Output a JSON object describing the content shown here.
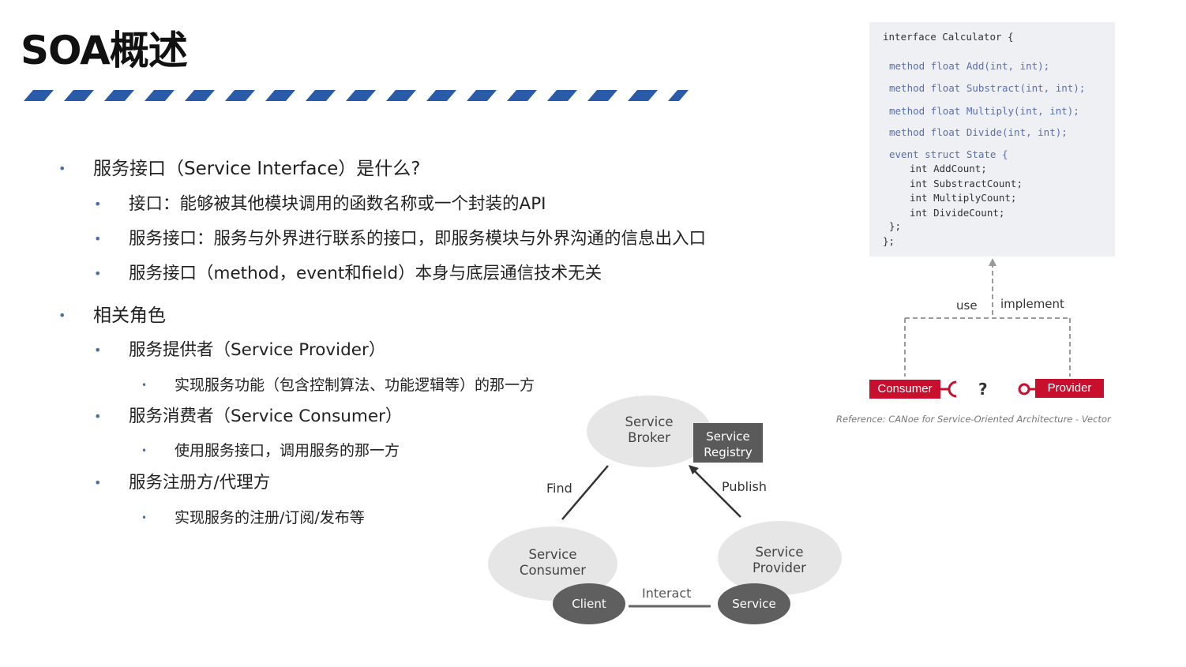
{
  "title": "SOA概述",
  "bullets": {
    "b1": "服务接口（Service Interface）是什么?",
    "b1_1": "接口：能够被其他模块调用的函数名称或一个封装的API",
    "b1_2": "服务接口：服务与外界进行联系的接口，即服务模块与外界沟通的信息出入口",
    "b1_3": "服务接口（method，event和field）本身与底层通信技术无关",
    "b2": "相关角色",
    "b2_1": "服务提供者（Service Provider）",
    "b2_1_1": "实现服务功能（包含控制算法、功能逻辑等）的那一方",
    "b2_2": "服务消费者（Service Consumer）",
    "b2_2_1": "使用服务接口，调用服务的那一方",
    "b2_3": "服务注册方/代理方",
    "b2_3_1": "实现服务的注册/订阅/发布等"
  },
  "code": {
    "line1": "interface Calculator {",
    "line2": "method float Add(int, int);",
    "line3": "method float Substract(int, int);",
    "line4": "method float Multiply(int, int);",
    "line5": "method float Divide(int, int);",
    "line6": "event struct State {",
    "line7": "int AddCount;",
    "line8": "int SubstractCount;",
    "line9": "int MultiplyCount;",
    "line10": "int DivideCount;",
    "line11": "};",
    "line12": "};"
  },
  "interface_diagram": {
    "use": "use",
    "implement": "implement",
    "consumer": "Consumer",
    "provider": "Provider",
    "question": "?",
    "reference": "Reference:  CANoe for Service-Oriented Architecture - Vector"
  },
  "soa_diagram": {
    "broker": "Service\nBroker",
    "registry": "Service\nRegistry",
    "consumer": "Service\nConsumer",
    "provider": "Service\nProvider",
    "client": "Client",
    "service": "Service",
    "find": "Find",
    "publish": "Publish",
    "interact": "Interact"
  },
  "colors": {
    "stripe": "#2a5ba8",
    "accent_red": "#c8102e",
    "bullet_dot": "#4a6fa5"
  }
}
